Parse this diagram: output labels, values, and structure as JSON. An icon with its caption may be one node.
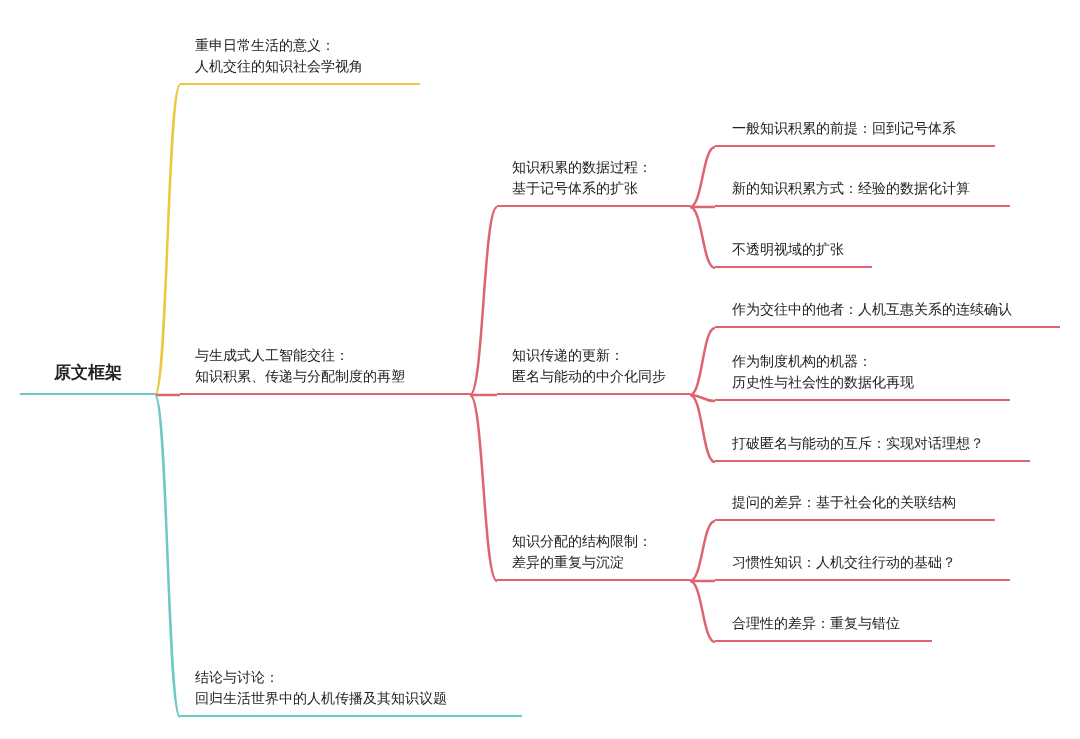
{
  "diagram": {
    "nodes": [
      {
        "text": [
          "原文框架"
        ]
      },
      {
        "text": [
          "重申日常生活的意义：",
          "人机交往的知识社会学视角"
        ]
      },
      {
        "text": [
          "与生成式人工智能交往：",
          "知识积累、传递与分配制度的再塑"
        ]
      },
      {
        "text": [
          "知识积累的数据过程：",
          "基于记号体系的扩张"
        ]
      },
      {
        "text": [
          "一般知识积累的前提：回到记号体系"
        ]
      },
      {
        "text": [
          "新的知识积累方式：经验的数据化计算"
        ]
      },
      {
        "text": [
          "不透明视域的扩张"
        ]
      },
      {
        "text": [
          "知识传递的更新：",
          "匿名与能动的中介化同步"
        ]
      },
      {
        "text": [
          "作为交往中的他者：人机互惠关系的连续确认"
        ]
      },
      {
        "text": [
          "作为制度机构的机器：",
          "历史性与社会性的数据化再现"
        ]
      },
      {
        "text": [
          "打破匿名与能动的互斥：实现对话理想？"
        ]
      },
      {
        "text": [
          "知识分配的结构限制：",
          "差异的重复与沉淀"
        ]
      },
      {
        "text": [
          "提问的差异：基于社会化的关联结构"
        ]
      },
      {
        "text": [
          "习惯性知识：人机交往行动的基础？"
        ]
      },
      {
        "text": [
          "合理性的差异：重复与错位"
        ]
      },
      {
        "text": [
          "结论与讨论：",
          "回归生活世界中的人机传播及其知识议题"
        ]
      }
    ],
    "edges": [
      {
        "from": 0,
        "to": 1,
        "arrow": "none",
        "color": "#ecc93c"
      },
      {
        "from": 0,
        "to": 2,
        "arrow": "none"
      },
      {
        "from": 2,
        "to": 3,
        "arrow": "none"
      },
      {
        "from": 3,
        "to": 4,
        "arrow": "none"
      },
      {
        "from": 3,
        "to": 5,
        "arrow": "none"
      },
      {
        "from": 3,
        "to": 6,
        "arrow": "none"
      },
      {
        "from": 2,
        "to": 7,
        "arrow": "none"
      },
      {
        "from": 7,
        "to": 8,
        "arrow": "none"
      },
      {
        "from": 7,
        "to": 9,
        "arrow": "none"
      },
      {
        "from": 7,
        "to": 10,
        "arrow": "none"
      },
      {
        "from": 2,
        "to": 11,
        "arrow": "none"
      },
      {
        "from": 11,
        "to": 12,
        "arrow": "none"
      },
      {
        "from": 11,
        "to": 13,
        "arrow": "none"
      },
      {
        "from": 11,
        "to": 14,
        "arrow": "none"
      },
      {
        "from": 0,
        "to": 15,
        "arrow": "none",
        "color": "#6cc9c5"
      }
    ]
  }
}
